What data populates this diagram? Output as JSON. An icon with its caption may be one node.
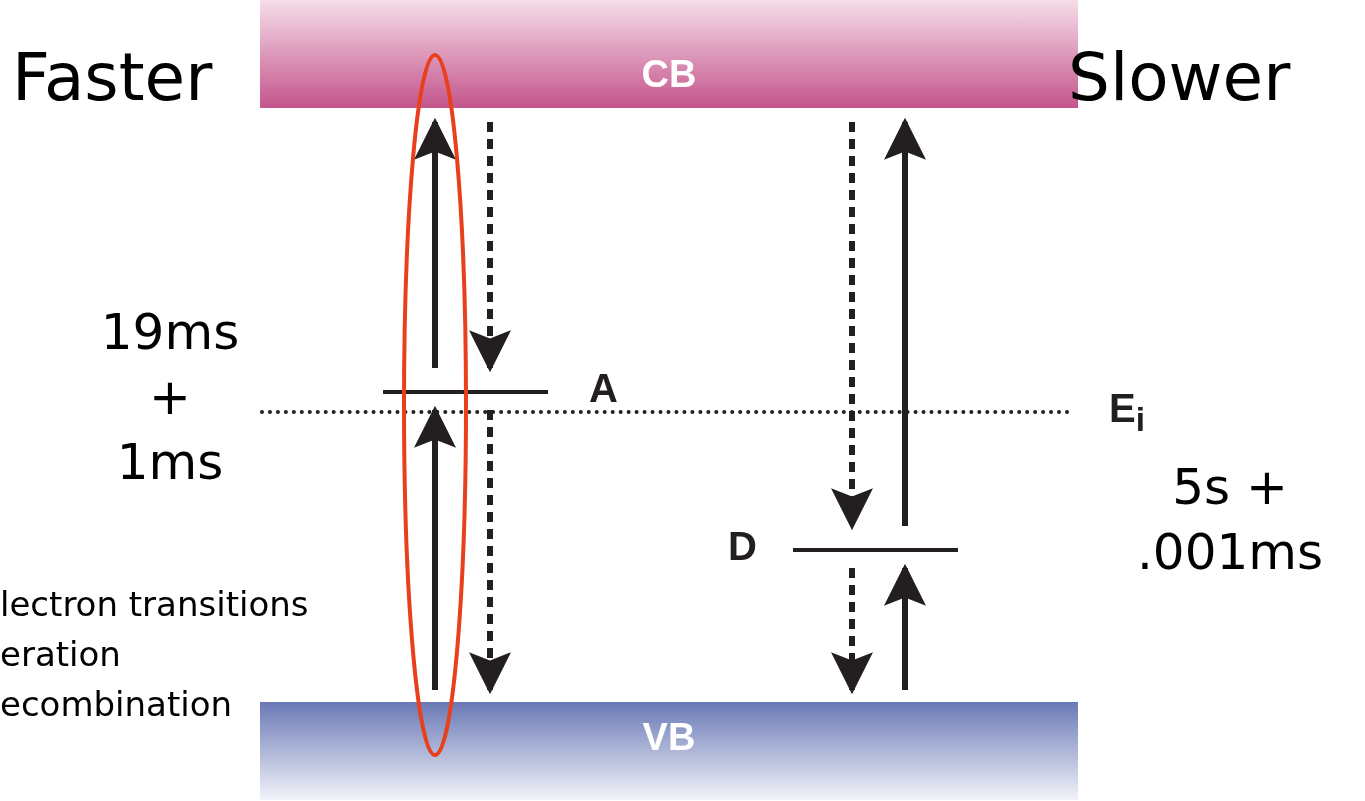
{
  "diagram": {
    "nodes": [
      {
        "text": [
          "CB"
        ]
      },
      {
        "text": [
          "VB"
        ]
      },
      {
        "text": [
          "A"
        ]
      },
      {
        "text": [
          "D"
        ]
      },
      {
        "text": [
          "E$_{i}$"
        ]
      }
    ],
    "edges": [
      {
        "from": 2,
        "to": 0,
        "arrow": "to"
      },
      {
        "from": 0,
        "to": 2,
        "arrow": "to",
        "style": "dashed"
      },
      {
        "from": 1,
        "to": 2,
        "arrow": "to"
      },
      {
        "from": 2,
        "to": 1,
        "arrow": "to",
        "style": "dashed"
      },
      {
        "from": 0,
        "to": 3,
        "arrow": "to",
        "style": "dashed"
      },
      {
        "from": 3,
        "to": 0,
        "arrow": "to"
      },
      {
        "from": 3,
        "to": 1,
        "arrow": "to",
        "style": "dashed"
      },
      {
        "from": 1,
        "to": 3,
        "arrow": "to"
      }
    ],
    "labels": [
      "Faster",
      "Slower",
      "19ms + 1ms",
      "5s + .001ms",
      "lectron transitions",
      "eration",
      "ecombination"
    ]
  }
}
